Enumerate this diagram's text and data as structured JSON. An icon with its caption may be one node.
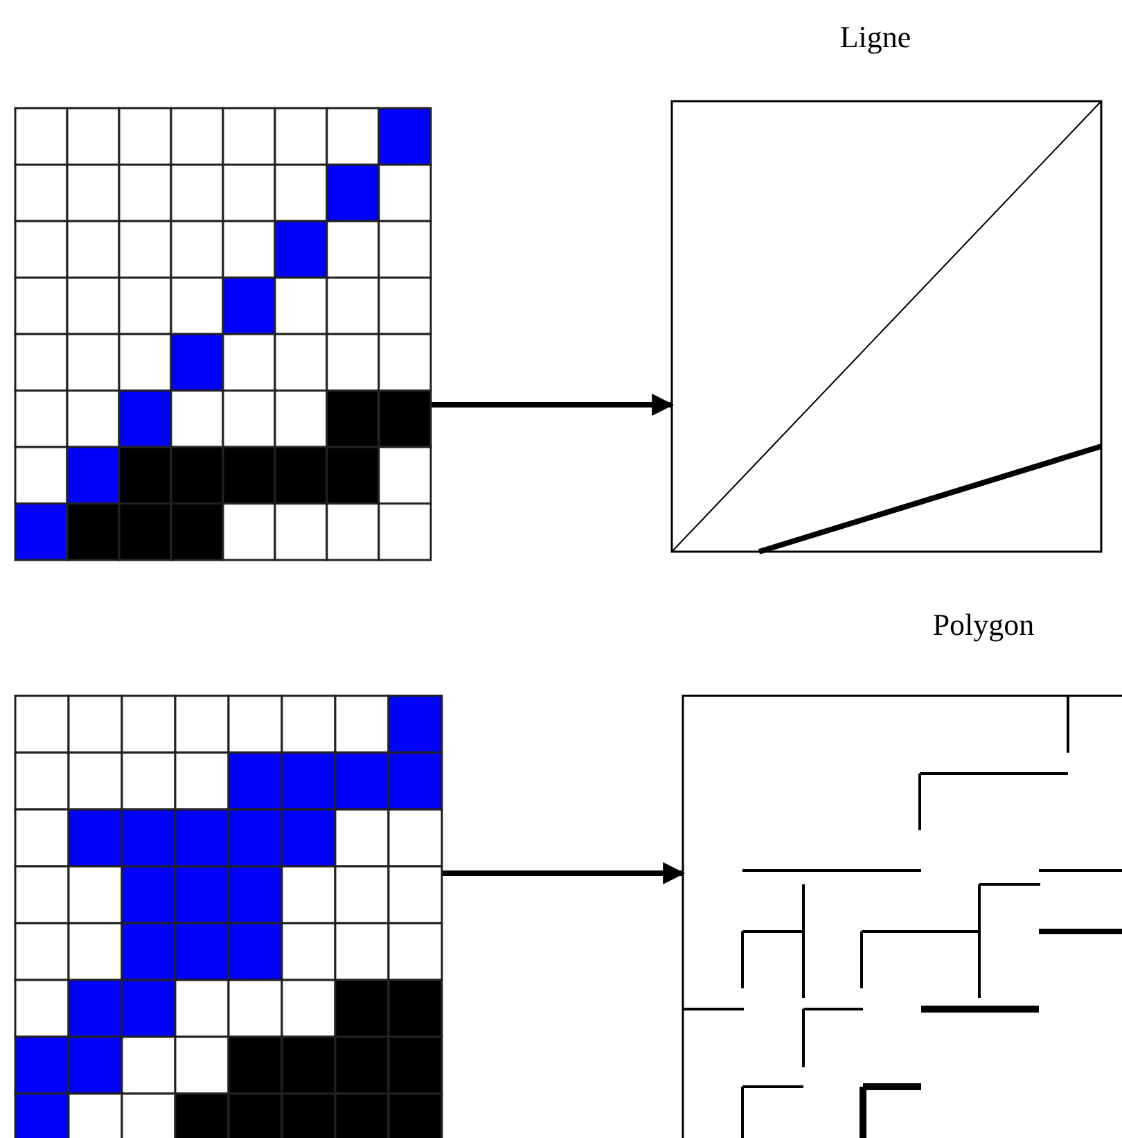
{
  "diagram": {
    "nodes": [
      {
        "text": [],
        "shape": "picture"
      },
      {
        "text": [
          "Ligne"
        ]
      },
      {
        "text": [],
        "shape": "picture"
      },
      {
        "text": [
          "Polygon"
        ]
      }
    ],
    "edges": [
      {
        "from": 0,
        "to": 1,
        "arrow": "to"
      },
      {
        "from": 2,
        "to": 3,
        "arrow": "to"
      }
    ]
  }
}
